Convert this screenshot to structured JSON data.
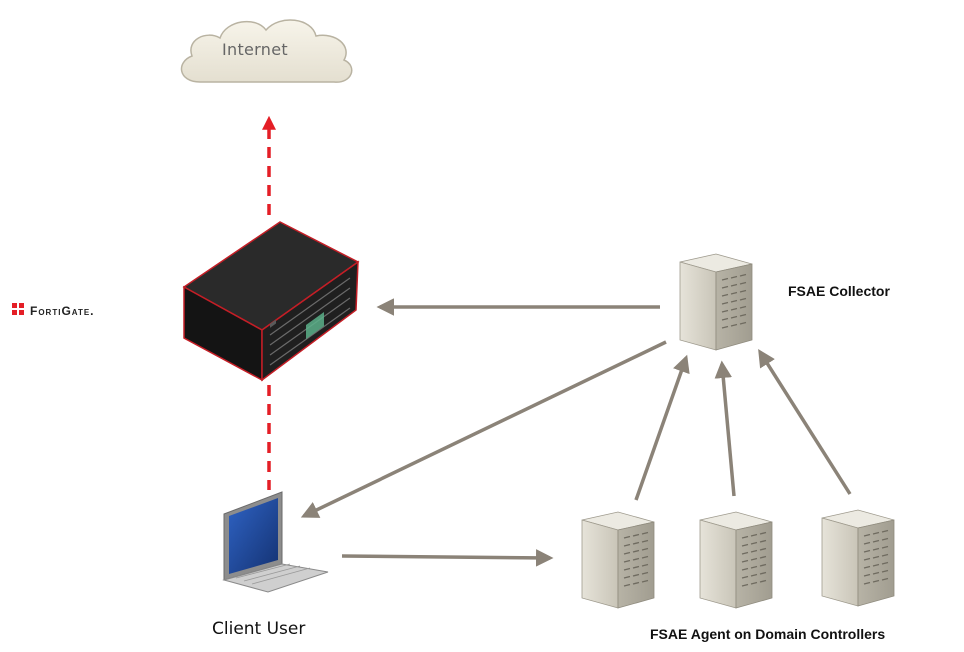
{
  "labels": {
    "internet": "Internet",
    "collector": "FSAE Collector",
    "client": "Client User",
    "agents": "FSAE Agent on Domain Controllers",
    "brand": "FortiGate."
  },
  "colors": {
    "dashed_link": "#e41e26",
    "arrow": "#8b8378",
    "cloud_fill": "#f2eee2",
    "firewall_body": "#1c1c1c",
    "firewall_edge": "#c41e26",
    "server": "#d9d6cc",
    "laptop_screen": "#1e4a9c"
  }
}
